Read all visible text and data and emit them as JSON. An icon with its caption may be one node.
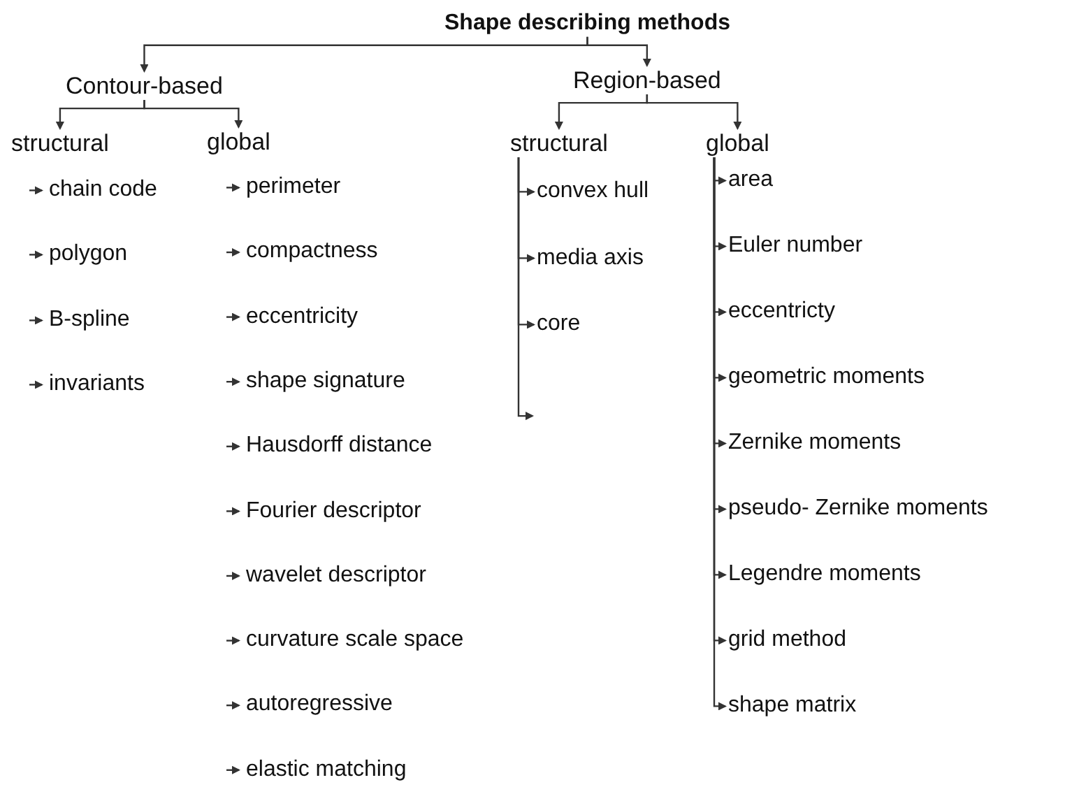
{
  "diagram": {
    "nodes": [
      {
        "text": [
          "Shape describing methods"
        ]
      },
      {
        "text": [
          "Contour-based"
        ]
      },
      {
        "text": [
          "Region-based"
        ]
      },
      {
        "text": [
          "structural"
        ]
      },
      {
        "text": [
          "global"
        ]
      },
      {
        "text": [
          "structural"
        ]
      },
      {
        "text": [
          "global"
        ]
      },
      {
        "text": [
          "chain code"
        ]
      },
      {
        "text": [
          "polygon"
        ]
      },
      {
        "text": [
          "B-spline"
        ]
      },
      {
        "text": [
          "invariants"
        ]
      },
      {
        "text": [
          "perimeter"
        ]
      },
      {
        "text": [
          "compactness"
        ]
      },
      {
        "text": [
          "eccentricity"
        ]
      },
      {
        "text": [
          "shape signature"
        ]
      },
      {
        "text": [
          "Hausdorff distance"
        ]
      },
      {
        "text": [
          "Fourier descriptor"
        ]
      },
      {
        "text": [
          "wavelet descriptor"
        ]
      },
      {
        "text": [
          "curvature scale space"
        ]
      },
      {
        "text": [
          "autoregressive"
        ]
      },
      {
        "text": [
          "elastic matching"
        ]
      },
      {
        "text": [
          "convex hull"
        ]
      },
      {
        "text": [
          "media axis"
        ]
      },
      {
        "text": [
          "core"
        ]
      },
      {
        "text": [
          "area"
        ]
      },
      {
        "text": [
          "Euler number"
        ]
      },
      {
        "text": [
          "eccentricty"
        ]
      },
      {
        "text": [
          "geometric moments"
        ]
      },
      {
        "text": [
          "Zernike moments"
        ]
      },
      {
        "text": [
          "pseudo- Zernike moments"
        ]
      },
      {
        "text": [
          "Legendre moments"
        ]
      },
      {
        "text": [
          "grid method"
        ]
      },
      {
        "text": [
          "shape matrix"
        ]
      }
    ],
    "edges": [
      {
        "from": 0,
        "to": 1,
        "arrow": "to"
      },
      {
        "from": 0,
        "to": 2,
        "arrow": "to"
      },
      {
        "from": 1,
        "to": 3,
        "arrow": "to"
      },
      {
        "from": 1,
        "to": 4,
        "arrow": "to"
      },
      {
        "from": 2,
        "to": 5,
        "arrow": "to"
      },
      {
        "from": 2,
        "to": 6,
        "arrow": "to"
      },
      {
        "from": null,
        "to": 7,
        "arrow": "to"
      },
      {
        "from": null,
        "to": 8,
        "arrow": "to"
      },
      {
        "from": null,
        "to": 9,
        "arrow": "to"
      },
      {
        "from": null,
        "to": 10,
        "arrow": "to"
      },
      {
        "from": null,
        "to": 11,
        "arrow": "to"
      },
      {
        "from": null,
        "to": 12,
        "arrow": "to"
      },
      {
        "from": null,
        "to": 13,
        "arrow": "to"
      },
      {
        "from": null,
        "to": 14,
        "arrow": "to"
      },
      {
        "from": null,
        "to": 15,
        "arrow": "to"
      },
      {
        "from": null,
        "to": 16,
        "arrow": "to"
      },
      {
        "from": null,
        "to": 17,
        "arrow": "to"
      },
      {
        "from": null,
        "to": 18,
        "arrow": "to"
      },
      {
        "from": null,
        "to": 19,
        "arrow": "to"
      },
      {
        "from": null,
        "to": 20,
        "arrow": "to"
      },
      {
        "from": 5,
        "to": 21,
        "arrow": "to"
      },
      {
        "from": 5,
        "to": 22,
        "arrow": "to"
      },
      {
        "from": 5,
        "to": 23,
        "arrow": "to"
      },
      {
        "from": 5,
        "to": null,
        "arrow": "to"
      },
      {
        "from": 6,
        "to": 24,
        "arrow": "to"
      },
      {
        "from": 6,
        "to": 25,
        "arrow": "to"
      },
      {
        "from": 6,
        "to": 26,
        "arrow": "to"
      },
      {
        "from": 6,
        "to": 27,
        "arrow": "to"
      },
      {
        "from": 6,
        "to": 28,
        "arrow": "to"
      },
      {
        "from": 6,
        "to": 29,
        "arrow": "to"
      },
      {
        "from": 6,
        "to": 30,
        "arrow": "to"
      },
      {
        "from": 6,
        "to": 31,
        "arrow": "to"
      },
      {
        "from": 6,
        "to": 32,
        "arrow": "to"
      }
    ]
  }
}
